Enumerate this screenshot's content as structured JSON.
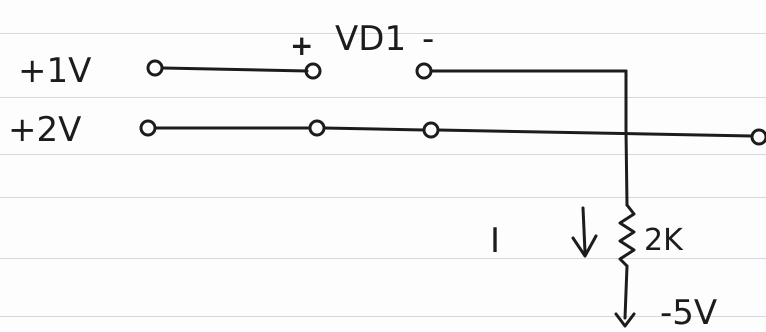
{
  "labels": {
    "input_1": "+1V",
    "input_2": "+2V",
    "diode_plus": "+",
    "diode_name": "VD1",
    "diode_minus": "-",
    "current": "I",
    "resistor": "2K",
    "supply": "-5V"
  },
  "colors": {
    "ink": "#1c1c1c",
    "rule_line": "#d6d8dc",
    "paper": "#fdfdfd"
  }
}
